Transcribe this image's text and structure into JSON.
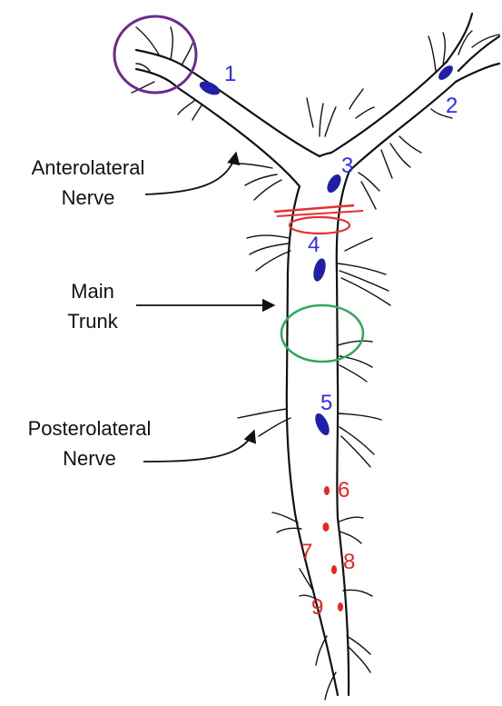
{
  "labels": {
    "anterolateral": [
      "Anterolateral",
      "Nerve"
    ],
    "main_trunk": [
      "Main",
      "Trunk"
    ],
    "posterolateral": [
      "Posterolateral",
      "Nerve"
    ]
  },
  "markers": [
    {
      "num": "1",
      "kind": "blue"
    },
    {
      "num": "2",
      "kind": "blue"
    },
    {
      "num": "3",
      "kind": "blue"
    },
    {
      "num": "4",
      "kind": "blue"
    },
    {
      "num": "5",
      "kind": "blue"
    },
    {
      "num": "6",
      "kind": "red"
    },
    {
      "num": "7",
      "kind": "red"
    },
    {
      "num": "8",
      "kind": "red"
    },
    {
      "num": "9",
      "kind": "red"
    }
  ],
  "colors": {
    "blue_marker": "#1f1fa8",
    "blue_number": "#2b2bff",
    "red_marker": "#ee2222",
    "purple_circle": "#6a2c8f",
    "green_circle": "#2ea85a",
    "red_ligature": "#e63030"
  }
}
